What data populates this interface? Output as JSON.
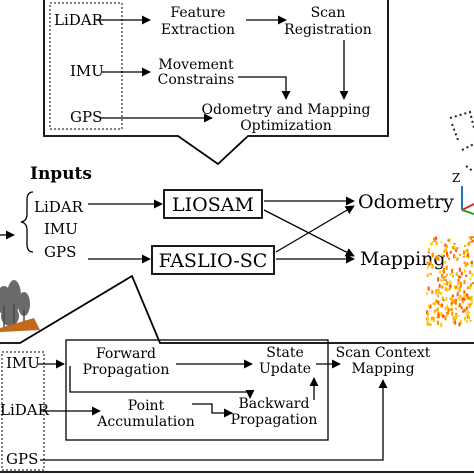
{
  "top_panel": {
    "inputs": [
      "LiDAR",
      "IMU",
      "GPS"
    ],
    "feature_extraction": [
      "Feature",
      "Extraction"
    ],
    "scan_registration": [
      "Scan",
      "Registration"
    ],
    "movement_constrains": [
      "Movement",
      "Constrains"
    ],
    "odometry_mapping": [
      "Odometry and Mapping",
      "Optimization"
    ]
  },
  "middle": {
    "inputs_title": "Inputs",
    "inputs": [
      "LiDAR",
      "IMU",
      "GPS"
    ],
    "liosam": "LIOSAM",
    "faslio": "FASLIO-SC",
    "odometry": "Odometry",
    "mapping": "Mapping"
  },
  "bottom_panel": {
    "imu": "IMU",
    "lidar": "LiDAR",
    "gps": "GPS",
    "forward_propagation": [
      "Forward",
      "Propagation"
    ],
    "state_update": [
      "State",
      "Update"
    ],
    "point_accumulation": [
      "Point",
      "Accumulation"
    ],
    "backward_propagation": [
      "Backward",
      "Propagation"
    ],
    "scan_context_mapping": [
      "Scan Context",
      "Mapping"
    ]
  },
  "side_graphics": {
    "axis_z": "Z",
    "axis_colors": {
      "z": "#1f77b4",
      "x": "#d62728",
      "y": "#2ca02c"
    },
    "pointcloud_colors": [
      "#ff8c00",
      "#ffb000",
      "#ff5a00",
      "#ffd000"
    ]
  }
}
